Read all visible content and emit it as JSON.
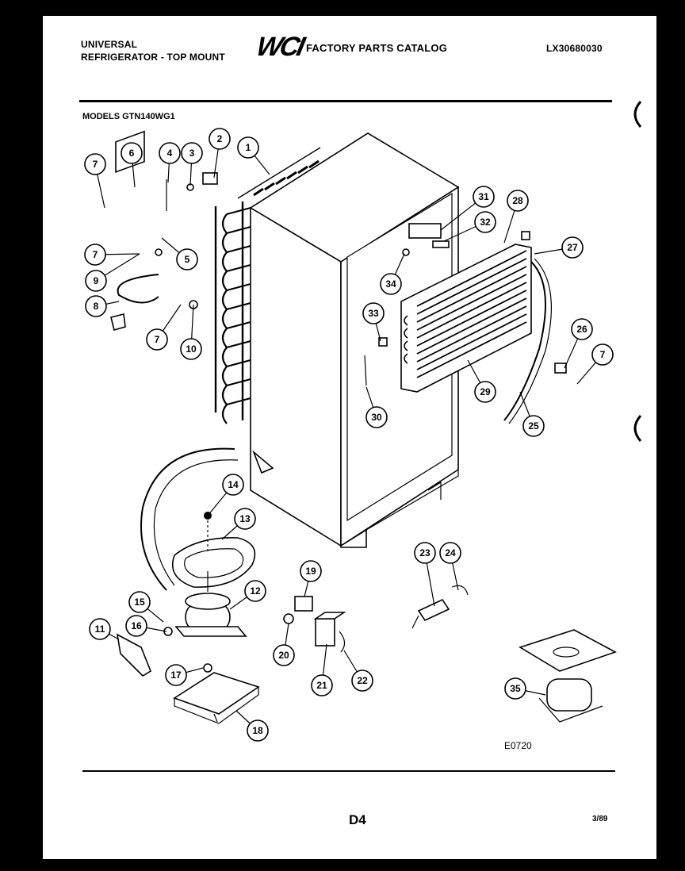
{
  "header": {
    "brand_line1": "UNIVERSAL",
    "brand_line2": "REFRIGERATOR - TOP MOUNT",
    "logo_text": "WCI",
    "catalog": "FACTORY PARTS CATALOG",
    "catalog_no": "LX30680030"
  },
  "models": "MODELS GTN140WG1",
  "diagram_code": "E0720",
  "page_id": "D4",
  "date": "3/89",
  "callouts": [
    "1",
    "2",
    "3",
    "4",
    "5",
    "6",
    "7",
    "7",
    "7",
    "7",
    "8",
    "9",
    "10",
    "11",
    "12",
    "13",
    "14",
    "15",
    "16",
    "17",
    "18",
    "19",
    "20",
    "21",
    "22",
    "23",
    "24",
    "25",
    "26",
    "27",
    "28",
    "29",
    "30",
    "31",
    "32",
    "33",
    "34",
    "35"
  ],
  "colors": {
    "page": "#ffffff",
    "ink": "#000000",
    "frame": "#000000"
  }
}
